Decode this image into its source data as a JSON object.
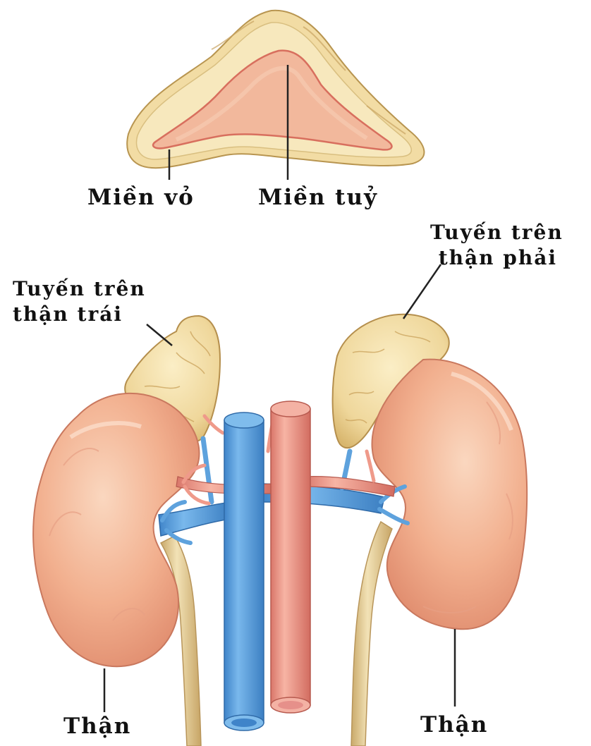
{
  "labels": {
    "cortex": "Miền vỏ",
    "medulla": "Miền tuỷ",
    "right_adrenal": "Tuyến trên\n thận phải",
    "left_adrenal": "Tuyến trên\nthận trái",
    "left_kidney": "Thận",
    "right_kidney": "Thận"
  },
  "colors": {
    "kidney": "#f0b08c",
    "adrenal": "#f1deaa",
    "vein": "#5ea2dd",
    "artery": "#ef9a8a",
    "ureter": "#e6d3a0"
  }
}
